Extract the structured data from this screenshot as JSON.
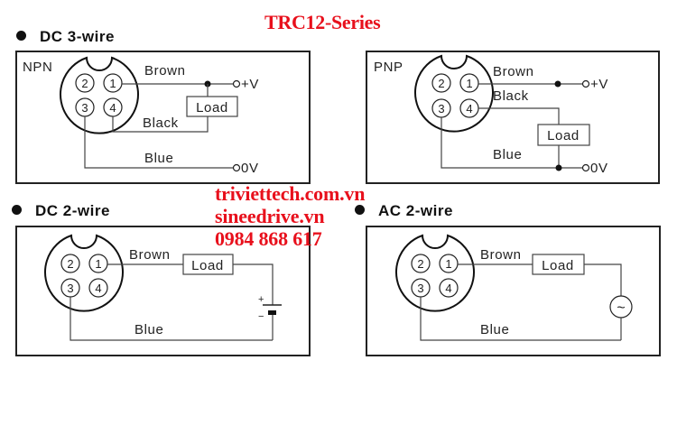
{
  "title": "TRC12-Series",
  "colors": {
    "accent": "#e8101c",
    "line": "#222222"
  },
  "watermark": {
    "lines": [
      "triviettech.com.vn",
      "sineedrive.vn",
      "0984 868 617"
    ]
  },
  "sections": [
    {
      "heading": "DC 3-wire",
      "panels": [
        {
          "type": "NPN",
          "pins": [
            "1",
            "2",
            "3",
            "4"
          ],
          "wires": {
            "brown": "Brown",
            "black": "Black",
            "blue": "Blue"
          },
          "load": "Load",
          "terminals": {
            "positive": "+V",
            "zero": "0V"
          }
        },
        {
          "type": "PNP",
          "pins": [
            "1",
            "2",
            "3",
            "4"
          ],
          "wires": {
            "brown": "Brown",
            "black": "Black",
            "blue": "Blue"
          },
          "load": "Load",
          "terminals": {
            "positive": "+V",
            "zero": "0V"
          }
        }
      ]
    },
    {
      "heading": "DC 2-wire",
      "panels": [
        {
          "pins": [
            "1",
            "2",
            "3",
            "4"
          ],
          "wires": {
            "brown": "Brown",
            "blue": "Blue"
          },
          "load": "Load",
          "source": {
            "icon": "battery-icon",
            "plus": "+",
            "minus": "−"
          }
        }
      ]
    },
    {
      "heading": "AC 2-wire",
      "panels": [
        {
          "pins": [
            "1",
            "2",
            "3",
            "4"
          ],
          "wires": {
            "brown": "Brown",
            "blue": "Blue"
          },
          "load": "Load",
          "source": {
            "icon": "ac-source-icon",
            "symbol": "~"
          }
        }
      ]
    }
  ]
}
